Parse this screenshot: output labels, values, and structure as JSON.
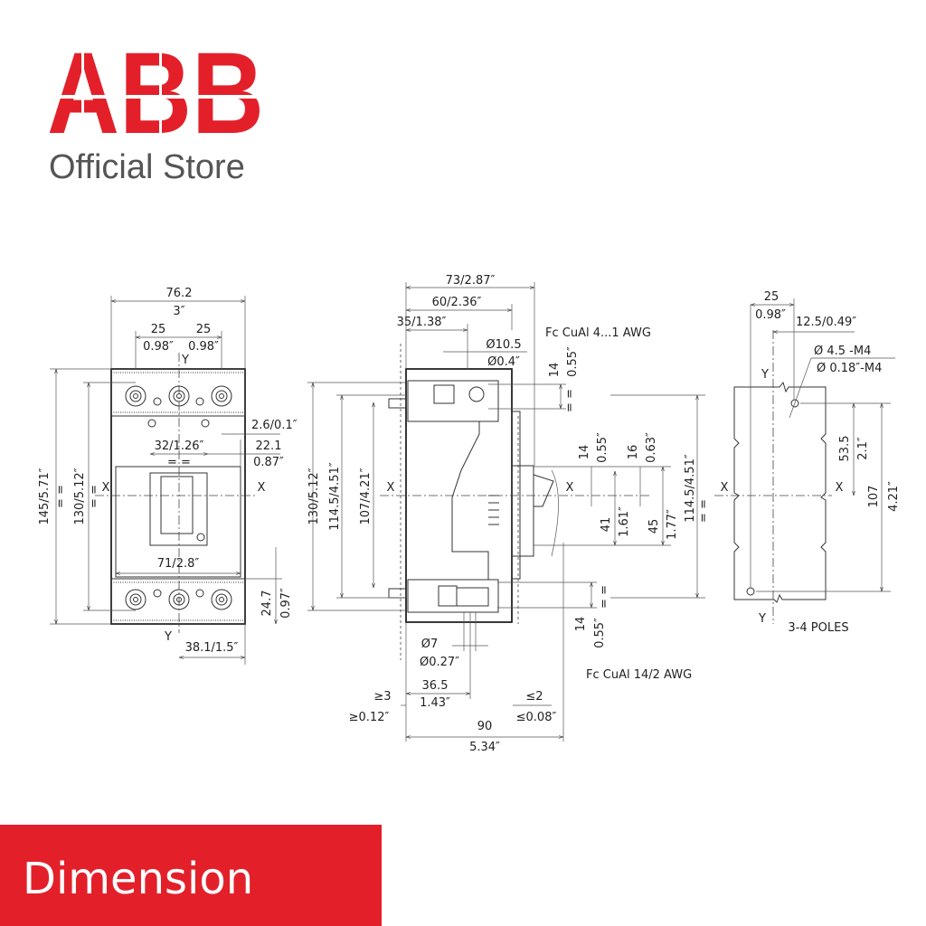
{
  "brand": {
    "logo_text": "ABB",
    "tagline": "Official Store",
    "color": "#e3202a"
  },
  "banner": {
    "label": "Dimension",
    "color": "#e3202a"
  },
  "front_view": {
    "width": "76.2",
    "width_in": "3″",
    "pitch_left": "25",
    "pitch_left_in": "0.98″",
    "pitch_right": "25",
    "pitch_right_in": "0.98″",
    "axis_y_top": "Y",
    "axis_y_bottom": "Y",
    "axis_x_left": "X",
    "axis_x_right": "X",
    "height_total": "145/5.71″",
    "height_mount": "130/5.12″",
    "equal_1": "= =",
    "equal_2": "= =",
    "equal_3": "= =",
    "offset": "2.6/0.1″",
    "depth": "22.1",
    "depth_in": "0.87″",
    "handle_width": "32/1.26″",
    "front_width": "71/2.8″",
    "terminal_height": "24.7",
    "terminal_height_in": "0.97″",
    "half_width": "38.1/1.5″"
  },
  "side_view": {
    "depth_total": "73/2.87″",
    "depth_front": "60/2.36″",
    "depth_terminal": "35/1.38″",
    "cable_top": "Fc CuAl 4...1 AWG",
    "cable_bottom": "Fc CuAl 14/2 AWG",
    "hole_top": "Ø10.5",
    "hole_top_in": "Ø0.4″",
    "term_top": "14",
    "term_top_in": "0.55″",
    "term_bottom": "14",
    "term_bottom_in": "0.55″",
    "h130": "130/5.12″",
    "h114": "114.5/4.51″",
    "h107": "107/4.21″",
    "axis_x_left": "X",
    "axis_x_right": "X",
    "handle_14": "14",
    "handle_14_in": "0.55″",
    "handle_16": "16",
    "handle_16_in": "0.63″",
    "handle_41": "41",
    "handle_41_in": "1.61″",
    "handle_45": "45",
    "handle_45_in": "1.77″",
    "h114_right": "114.5/4.51″",
    "hole_bottom": "Ø7",
    "hole_bottom_in": "Ø0.27″",
    "gap_min": "≥3",
    "gap_min_in": "≥0.12″",
    "depth_365": "36.5",
    "depth_365_in": "1.43″",
    "gap_max": "≤2",
    "gap_max_in": "≤0.08″",
    "depth_90": "90",
    "depth_90_in": "5.34″",
    "eq": "= ="
  },
  "drilling_view": {
    "pitch": "25",
    "pitch_in": "0.98″",
    "offset": "12.5/0.49″",
    "hole": "Ø 4.5  -M4",
    "hole_in": "Ø 0.18″-M4",
    "axis_y_top": "Y",
    "axis_y_bottom": "Y",
    "axis_x_left": "X",
    "axis_x_right": "X",
    "half_height": "53.5",
    "half_height_in": "2.1″",
    "height": "107",
    "height_in": "4.21″",
    "poles": "3-4 POLES"
  }
}
